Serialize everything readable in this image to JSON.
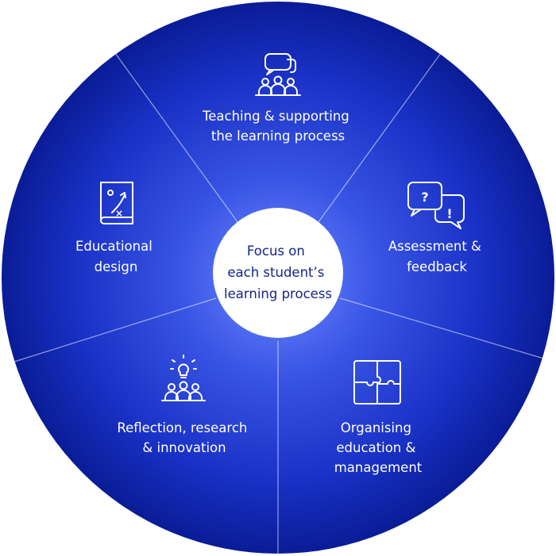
{
  "center": {
    "lines": [
      "Focus on",
      "each student’s",
      "learning process"
    ]
  },
  "segments": [
    {
      "id": "teaching",
      "lines": [
        "Teaching & supporting",
        "the learning process"
      ],
      "icon": "group-discussion-icon"
    },
    {
      "id": "assessment",
      "lines": [
        "Assessment &",
        "feedback"
      ],
      "icon": "question-exclamation-bubbles-icon"
    },
    {
      "id": "organising",
      "lines": [
        "Organising",
        "education &",
        "management"
      ],
      "icon": "puzzle-icon"
    },
    {
      "id": "reflection",
      "lines": [
        "Reflection, research",
        "& innovation"
      ],
      "icon": "lightbulb-team-icon"
    },
    {
      "id": "design",
      "lines": [
        "Educational",
        "design"
      ],
      "icon": "strategy-plan-icon"
    }
  ],
  "icon_glyphs": {
    "question": "?",
    "exclamation": "!",
    "cross": "×"
  },
  "colors": {
    "outer": "#0a1fa0",
    "inner": "#5b78f0",
    "center_fill": "#ffffff",
    "center_text": "#14248a",
    "label_text": "#ffffff"
  }
}
